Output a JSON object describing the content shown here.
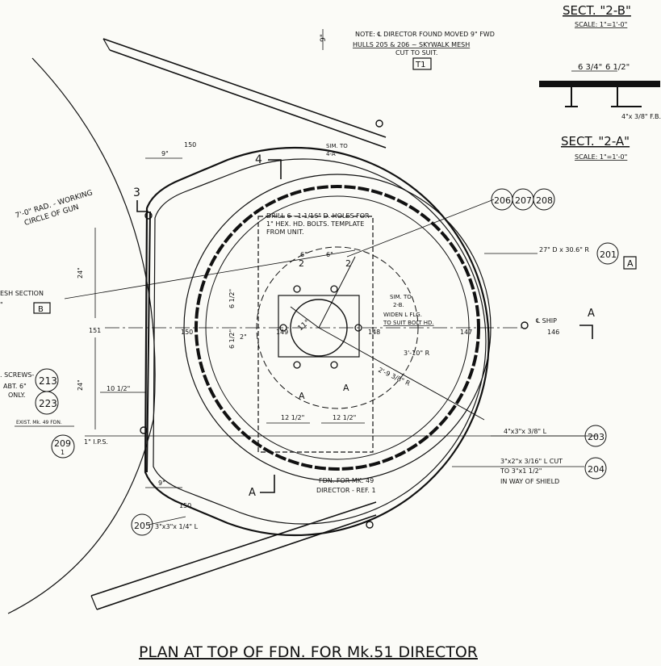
{
  "drawing": {
    "title": "PLAN AT TOP OF FDN. FOR Mk.51 DIRECTOR",
    "note": {
      "line1": "NOTE: ℄ DIRECTOR FOUND MOVED 9\" FWD",
      "line2": "HULLS 205 & 206 ~ SKYWALK MESH",
      "line3": "CUT TO SUIT.",
      "tag": "T1"
    },
    "dim_top": "9\"",
    "section_2b": {
      "title": "SECT. \"2-B\"",
      "scale": "SCALE: 1\"=1'-0\"",
      "dim_left": "6 3/4\"",
      "dim_right": "6 1/2\"",
      "angle": "4\"x 3/8\" F.B."
    },
    "section_2a": {
      "title": "SECT. \"2-A\"",
      "scale": "SCALE: 1\"=1'-0\""
    },
    "radius_label": {
      "line1": "7'-0\" RAD. - WORKING",
      "line2": "CIRCLE OF GUN"
    },
    "mesh_section": {
      "line1": "ESH SECTION",
      "line2": "\"",
      "tag": "B"
    },
    "screws": {
      "line1": ". SCREWS-",
      "line2": "ABT. 6\"",
      "line3": "ONLY."
    },
    "exist_fdn": "EXIST. Mk. 49 FDN.",
    "callouts": {
      "c201": "201",
      "c203": "203",
      "c204": "204",
      "c205": "205",
      "c206": "206",
      "c207": "207",
      "c208": "208",
      "c209": "209",
      "c209_sub": "1",
      "c213": "213",
      "c223": "223"
    },
    "labels": {
      "drill_line1": "DRILL 6 - 1 1/16\" D. HOLES FOR",
      "drill_line2": "1\" HEX. HD. BOLTS. TEMPLATE",
      "drill_line3": "FROM UNIT.",
      "sim_4a_1": "SIM. TO",
      "sim_4a_2": "4-A",
      "sim_2b_1": "SIM. TO",
      "sim_2b_2": "2-B.",
      "widen_1": "WIDEN L FLG.",
      "widen_2": "TO SUIT BOLT HD.",
      "ship": "℄ SHIP",
      "dim_146": "146",
      "dim_147": "147",
      "dim_148": "148",
      "dim_149": "149",
      "dim_150a": "150",
      "dim_150b": "150",
      "dim_150c": "150",
      "dim_151": "151",
      "rad_3_10": "3'-10\" R",
      "rad_2_9": "2'-9 3/8\" R",
      "angle_11": "11°",
      "dim_9a": "9\"",
      "dim_9b": "9\"",
      "dim_24a": "24\"",
      "dim_24b": "24\"",
      "dim_10": "10 1/2\"",
      "dim_6a": "6\"",
      "dim_6b": "6\"",
      "dim_6_5a": "6 1/2\"",
      "dim_6_5b": "6 1/2\"",
      "dim_2": "2\"",
      "dim_12a": "12 1/2\"",
      "dim_12b": "12 1/2\"",
      "pipe": "1\" I.P.S.",
      "ring_rad": "27\" D x 30.6\" R",
      "angle_203": "4\"x3\"x 3/8\" L",
      "cut_204_1": "3\"x2\"x 3/16\" L CUT",
      "cut_204_2": "TO 3\"x1 1/2\"",
      "cut_204_3": "IN WAY OF SHIELD",
      "angle_205": "3\"x3\"x 1/4\" L",
      "fdn_mk49_1": "FDN. FOR MK. 49",
      "fdn_mk49_2": "DIRECTOR - REF. 1",
      "tag_a": "A",
      "sec_2": "2",
      "sec_3": "3",
      "sec_4": "4",
      "sec_a": "A"
    }
  }
}
